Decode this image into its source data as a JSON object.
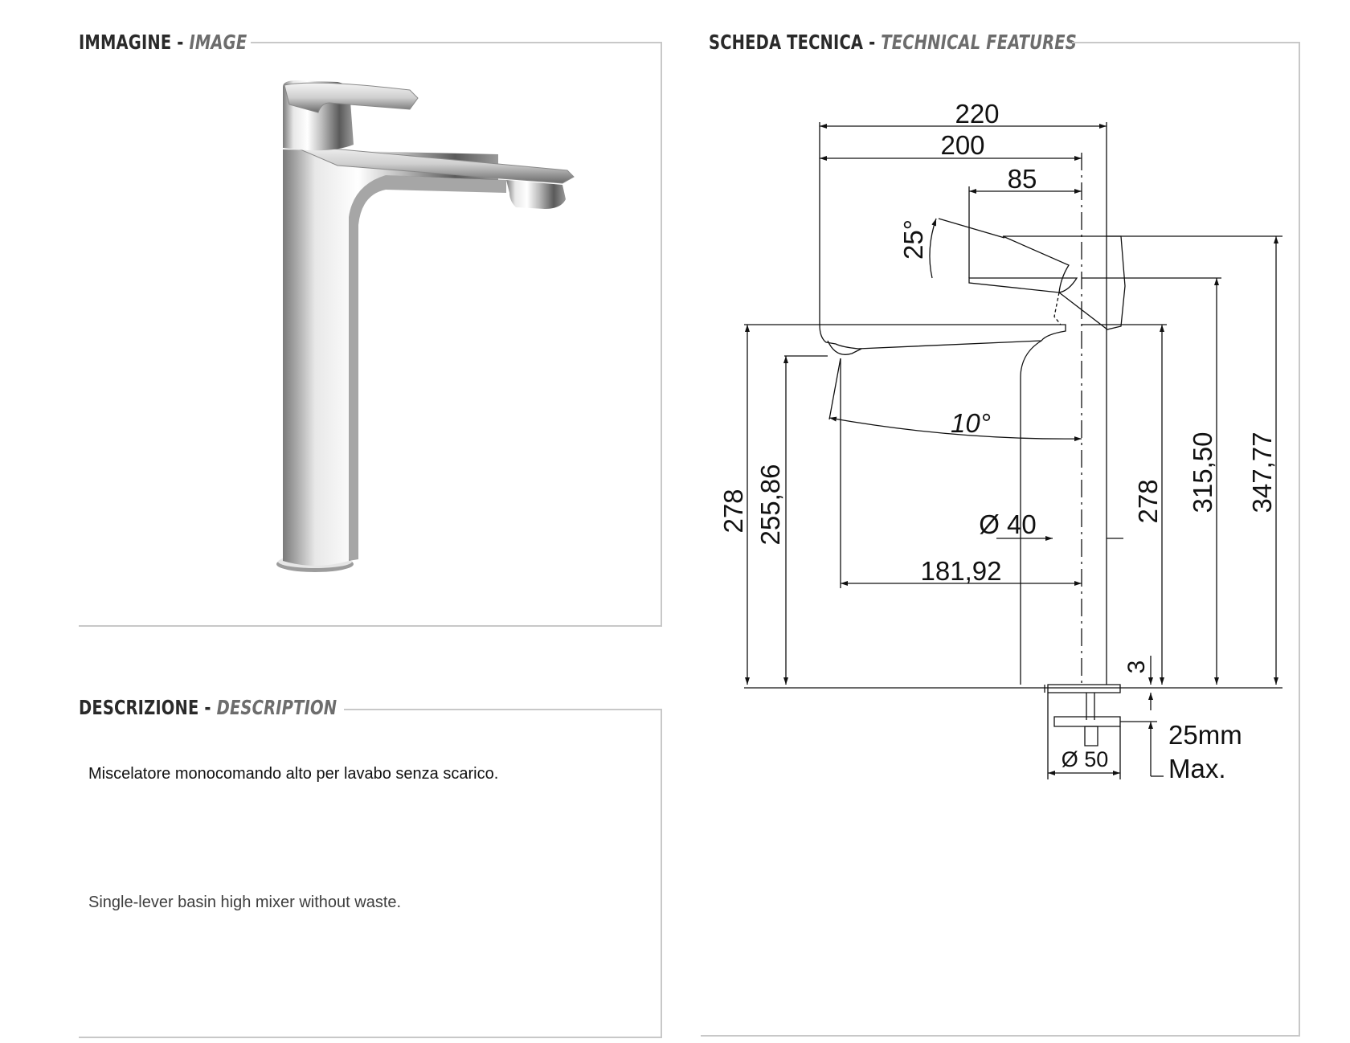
{
  "image_section": {
    "title_it": "IMMAGINE",
    "sep": " - ",
    "title_en": "IMAGE"
  },
  "tech_section": {
    "title_it": "SCHEDA TECNICA",
    "sep": " - ",
    "title_en": "TECHNICAL FEATURES"
  },
  "desc_section": {
    "title_it": "DESCRIZIONE",
    "sep": " - ",
    "title_en": "DESCRIPTION",
    "text_it": "Miscelatore monocomando alto per lavabo senza scarico.",
    "text_en": "Single-lever basin high mixer without waste."
  },
  "drawing": {
    "dim_220": "220",
    "dim_200": "200",
    "dim_85": "85",
    "angle_25": "25°",
    "angle_10": "10°",
    "dim_278_left": "278",
    "dim_255": "255,86",
    "dim_diam40": "Ø 40",
    "dim_181": "181,92",
    "dim_278_right": "278",
    "dim_315": "315,50",
    "dim_347": "347,77",
    "dim_3": "3",
    "dim_diam50": "Ø 50",
    "dim_25mm": "25mm",
    "dim_max": "Max."
  },
  "colors": {
    "frame": "#c8c8c8",
    "title_dark": "#2a2a2a",
    "title_italic": "#6d6d6d"
  }
}
